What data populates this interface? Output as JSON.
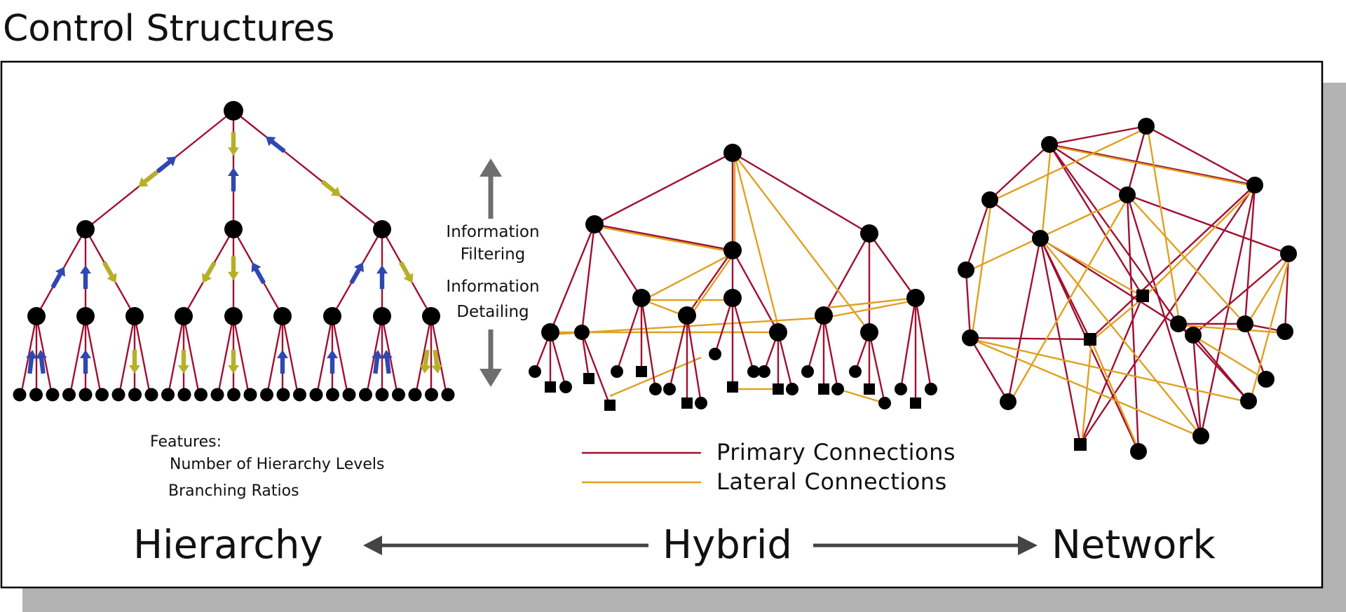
{
  "title": "Control Structures",
  "info_labels": {
    "filtering_line1": "Information",
    "filtering_line2": "Filtering",
    "detailing_line1": "Information",
    "detailing_line2": "Detailing"
  },
  "features": {
    "heading": "Features:",
    "item1": "Number of Hierarchy Levels",
    "item2": "Branching Ratios"
  },
  "legend": {
    "primary": "Primary Connections",
    "lateral": "Lateral Connections",
    "primary_color": "#a01030",
    "lateral_color": "#e0a020"
  },
  "spectrum": {
    "left": "Hierarchy",
    "middle": "Hybrid",
    "right": "Network"
  },
  "colors": {
    "up_arrow": "#2f48b0",
    "down_arrow": "#b5b028",
    "info_arrow": "#6e6e6e",
    "shadow": "#b3b3b3"
  }
}
